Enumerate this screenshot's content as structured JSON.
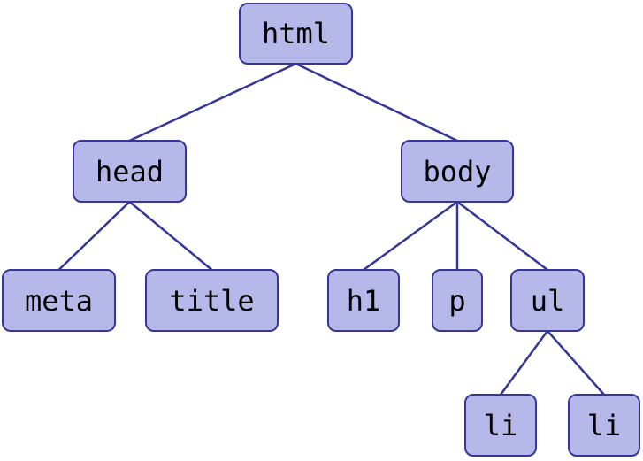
{
  "diagram": {
    "colors": {
      "node_fill": "#b6b8ea",
      "node_border": "#35359a",
      "edge": "#35359a",
      "text": "#000000"
    },
    "nodes": {
      "html": "html",
      "head": "head",
      "body": "body",
      "meta": "meta",
      "title": "title",
      "h1": "h1",
      "p": "p",
      "ul": "ul",
      "li_1": "li",
      "li_2": "li"
    },
    "edges": [
      [
        "html",
        "head"
      ],
      [
        "html",
        "body"
      ],
      [
        "head",
        "meta"
      ],
      [
        "head",
        "title"
      ],
      [
        "body",
        "h1"
      ],
      [
        "body",
        "p"
      ],
      [
        "body",
        "ul"
      ],
      [
        "ul",
        "li_1"
      ],
      [
        "ul",
        "li_2"
      ]
    ]
  }
}
